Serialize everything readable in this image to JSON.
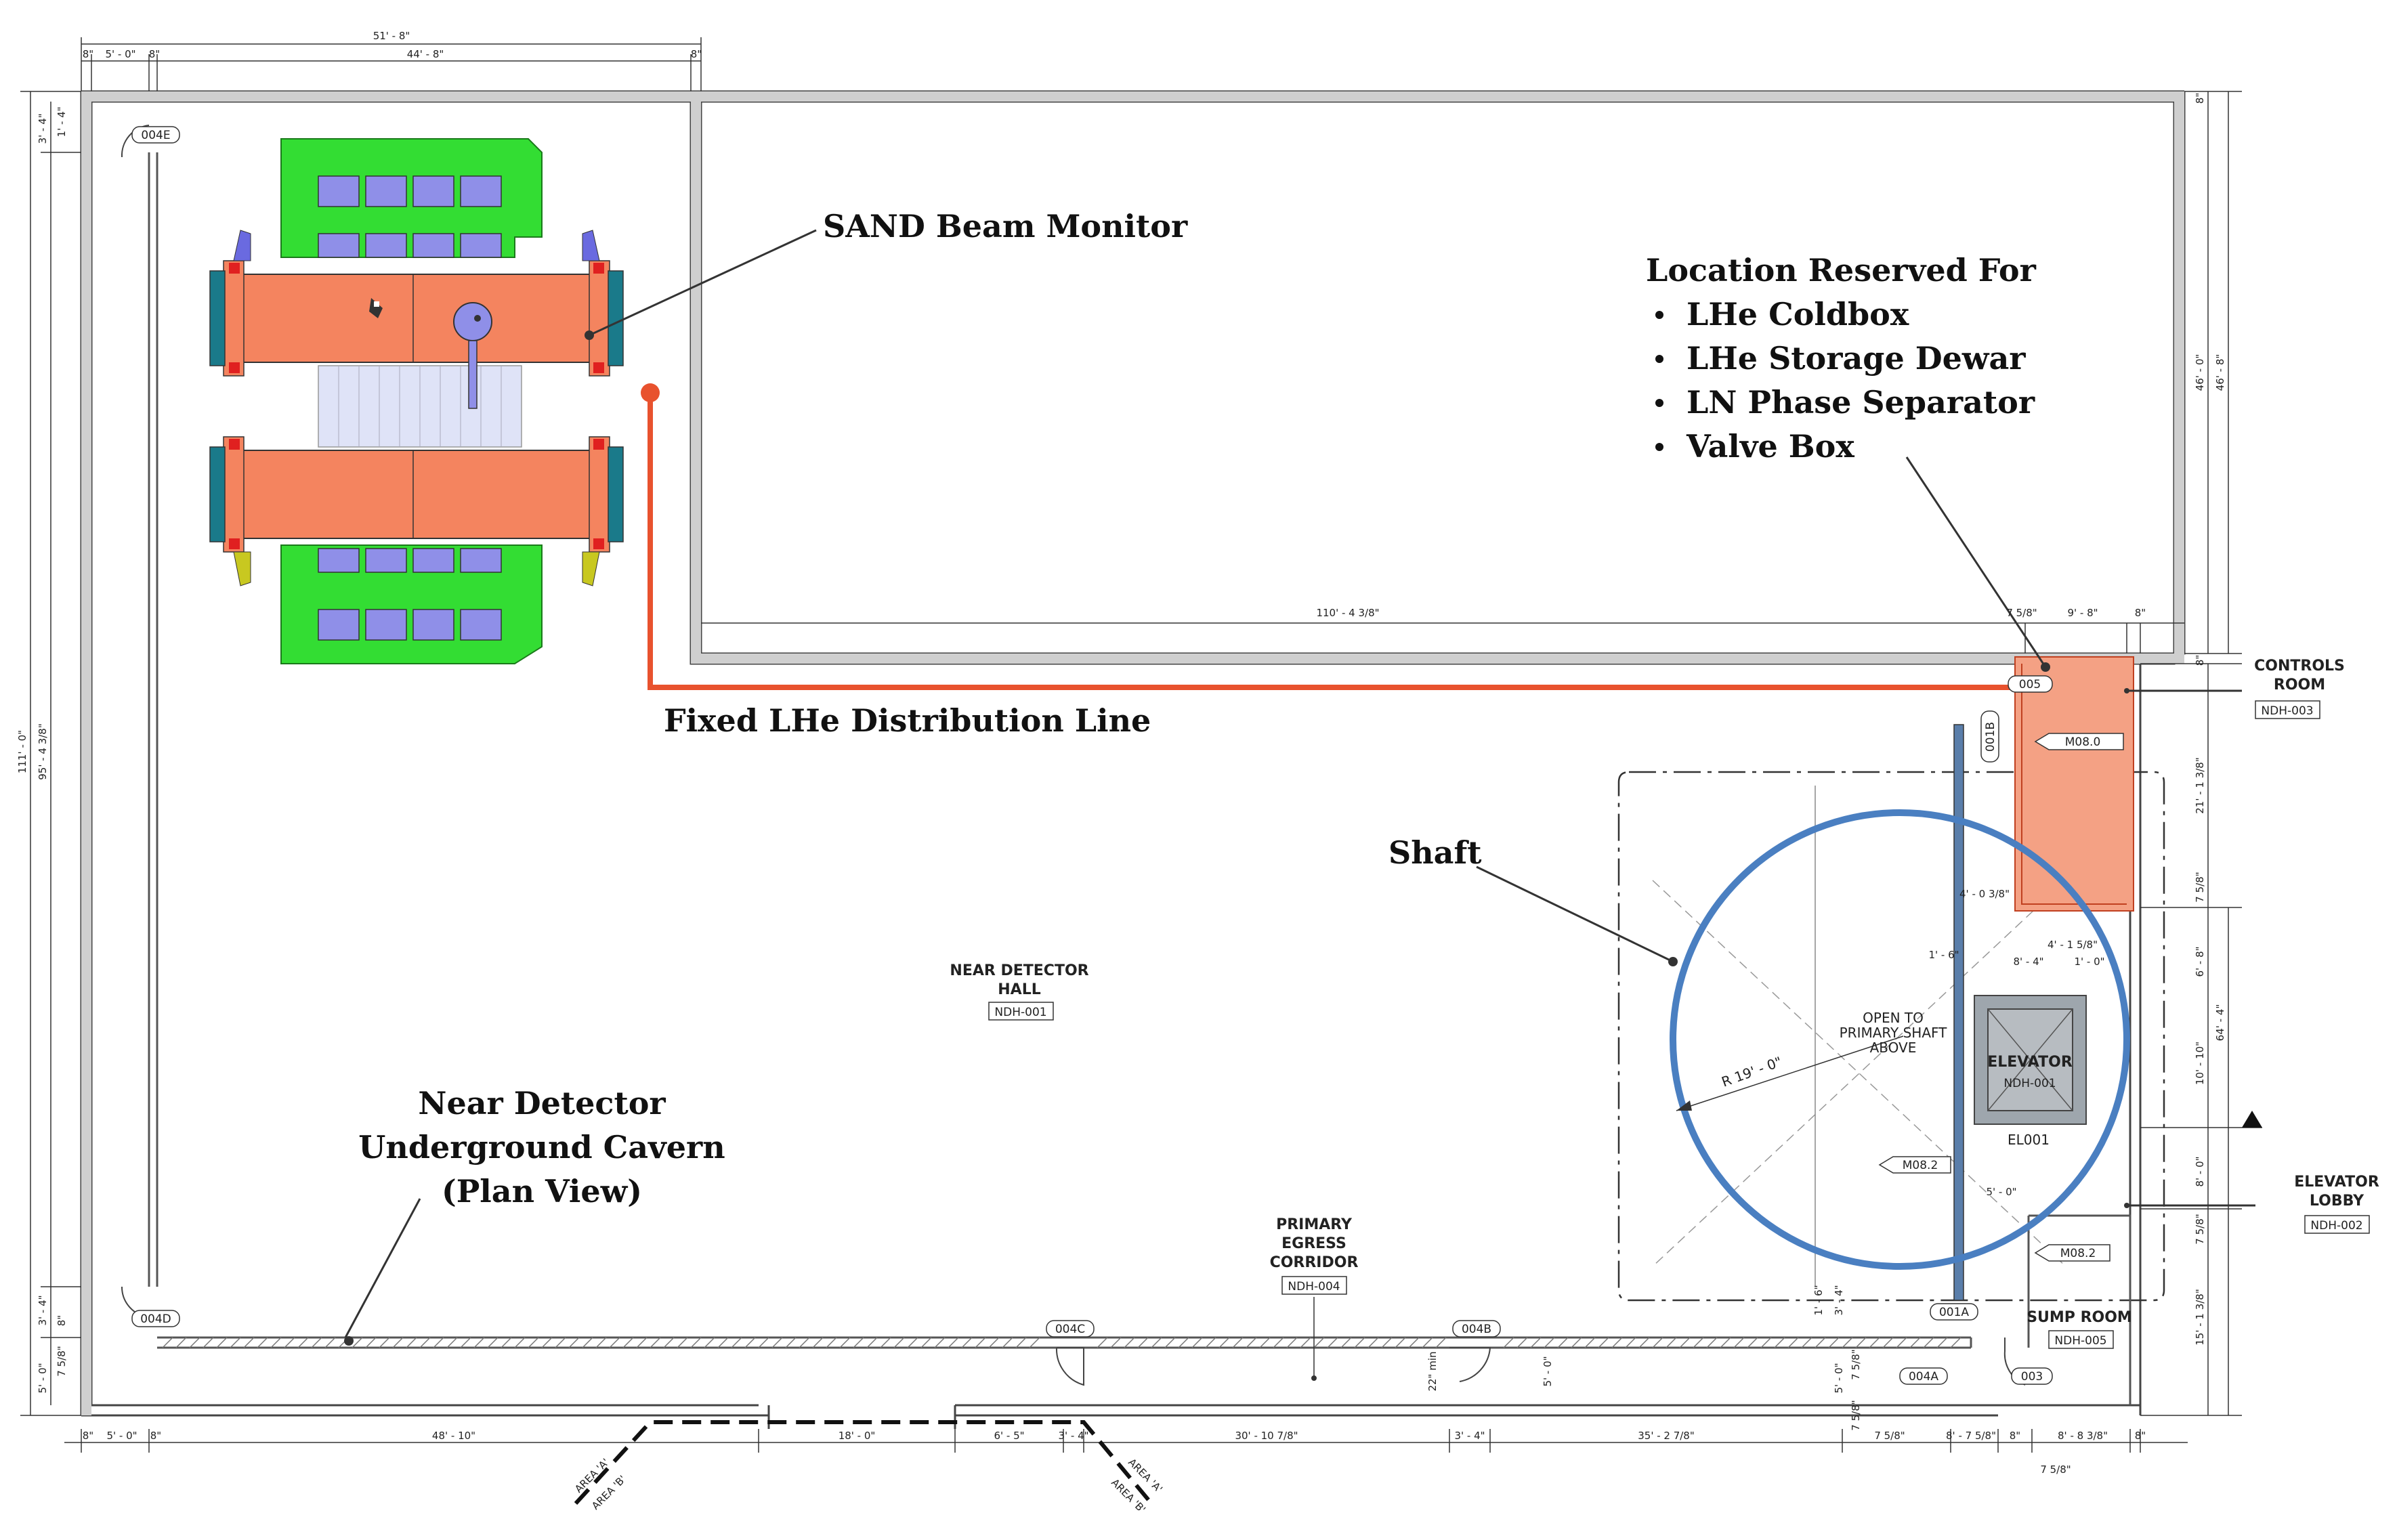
{
  "annotations": {
    "sand_beam_monitor": "SAND Beam Monitor",
    "location_reserved_title": "Location Reserved For",
    "location_reserved_items": [
      "LHe Coldbox",
      "LHe Storage Dewar",
      "LN Phase Separator",
      "Valve Box"
    ],
    "fixed_lhe_line": "Fixed LHe Distribution Line",
    "shaft": "Shaft",
    "cavern_line1": "Near Detector",
    "cavern_line2": "Underground Cavern",
    "cavern_line3": "(Plan View)"
  },
  "rooms": {
    "hall_name_1": "NEAR DETECTOR",
    "hall_name_2": "HALL",
    "hall_tag": "NDH-001",
    "egress_1": "PRIMARY",
    "egress_2": "EGRESS",
    "egress_3": "CORRIDOR",
    "egress_tag": "NDH-004",
    "controls_1": "CONTROLS",
    "controls_2": "ROOM",
    "controls_tag": "NDH-003",
    "lobby_1": "ELEVATOR",
    "lobby_2": "LOBBY",
    "lobby_tag": "NDH-002",
    "sump": "SUMP ROOM",
    "sump_tag": "NDH-005",
    "elevator": "ELEVATOR",
    "elevator_tag": "NDH-001",
    "elevator_id": "EL001",
    "shaft_open_1": "OPEN TO",
    "shaft_open_2": "PRIMARY SHAFT",
    "shaft_open_3": "ABOVE",
    "shaft_radius": "R 19' - 0\""
  },
  "doors": {
    "d004E": "004E",
    "d004D": "004D",
    "d004C": "004C",
    "d004B": "004B",
    "d004A": "004A",
    "d001A": "001A",
    "d001B": "001B",
    "d003": "003",
    "d005": "005",
    "m080": "M08.0",
    "m082a": "M08.2",
    "m082b": "M08.2"
  },
  "dimensions": {
    "top_overall": "51' - 8\"",
    "top_44": "44' - 8\"",
    "top_8a": "8\"",
    "top_50": "5' - 0\"",
    "top_8b": "8\"",
    "top_8c": "8\"",
    "mid_110": "110' - 4 3/8\"",
    "mid_75_8": "7 5/8\"",
    "mid_9_8": "9' - 8\"",
    "mid_8": "8\"",
    "left_111": "111' - 0\"",
    "left_95": "95' - 4 3/8\"",
    "left_34a": "3' - 4\"",
    "left_14a": "1' - 4\"",
    "left_34b": "3' - 4\"",
    "left_8": "8\"",
    "left_758": "7 5/8\"",
    "left_50": "5' - 0\"",
    "right_46a": "46' - 0\"",
    "right_46b": "46' - 8\"",
    "right_21": "21' - 1 3/8\"",
    "right_758a": "7 5/8\"",
    "right_68": "6' - 8\"",
    "right_64": "64' - 4\"",
    "right_1010": "10' - 10\"",
    "right_80": "8' - 0\"",
    "right_758b": "7 5/8\"",
    "right_15": "15' - 1 3/8\"",
    "right_8a": "8\"",
    "right_8b": "8\"",
    "bot_50": "5' - 0\"",
    "bot_8a": "8\"",
    "bot_48": "48' - 10\"",
    "bot_8b": "8\"",
    "bot_18": "18' - 0\"",
    "bot_65": "6' - 5\"",
    "bot_34": "3' - 4\"",
    "bot_30": "30' - 10 7/8\"",
    "bot_34b": "3' - 4\"",
    "bot_35": "35' - 2 7/8\"",
    "bot_758": "7 5/8\"",
    "bot_8_758": "8' - 7 5/8\"",
    "bot_8c": "8\"",
    "bot_8_838": "8' - 8 3/8\"",
    "bot_8d": "8\"",
    "in_4038": "4' - 0 3/8\"",
    "in_4158": "4' - 1 5/8\"",
    "in_84": "8' - 4\"",
    "in_16": "1' - 6\"",
    "in_10": "1' - 0\"",
    "in_50": "5' - 0\"",
    "in_22min": "22\" min",
    "in_50b": "5' - 0\"",
    "in_16b": "1' - 6\"",
    "in_34": "3' - 4\"",
    "in_758": "7 5/8\"",
    "in_50c": "5' - 0\"",
    "in_758b": "7 5/8\"",
    "below_758": "7 5/8\"",
    "area_a1": "AREA 'A'",
    "area_b1": "AREA 'B'",
    "area_a2": "AREA 'A'",
    "area_b2": "AREA 'B'"
  },
  "colors": {
    "lhe_line": "#e8522e",
    "shaft_circle": "#4a7fc1",
    "magnet_orange": "#f4845f",
    "yoke_green": "#33dd33",
    "reserved_area": "#f4a184"
  }
}
